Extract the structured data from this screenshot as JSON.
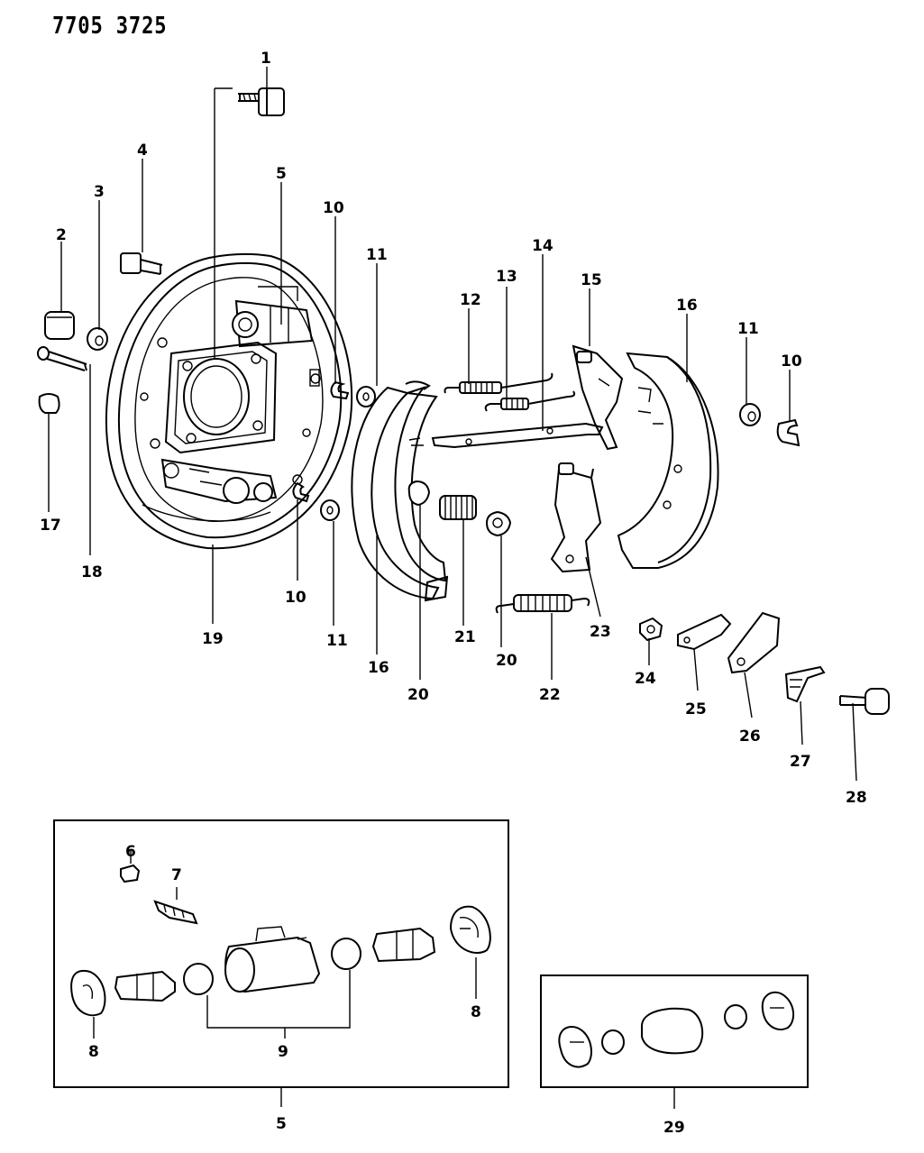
{
  "header": {
    "code": "7705 3725"
  },
  "callouts": [
    {
      "id": "c1",
      "text": "1"
    },
    {
      "id": "c2",
      "text": "2"
    },
    {
      "id": "c3",
      "text": "3"
    },
    {
      "id": "c4",
      "text": "4"
    },
    {
      "id": "c5a",
      "text": "5"
    },
    {
      "id": "c10a",
      "text": "10"
    },
    {
      "id": "c11a",
      "text": "11"
    },
    {
      "id": "c12",
      "text": "12"
    },
    {
      "id": "c13",
      "text": "13"
    },
    {
      "id": "c14",
      "text": "14"
    },
    {
      "id": "c15",
      "text": "15"
    },
    {
      "id": "c16a",
      "text": "16"
    },
    {
      "id": "c11b",
      "text": "11"
    },
    {
      "id": "c10b",
      "text": "10"
    },
    {
      "id": "c17",
      "text": "17"
    },
    {
      "id": "c18",
      "text": "18"
    },
    {
      "id": "c19",
      "text": "19"
    },
    {
      "id": "c10c",
      "text": "10"
    },
    {
      "id": "c11c",
      "text": "11"
    },
    {
      "id": "c16b",
      "text": "16"
    },
    {
      "id": "c20a",
      "text": "20"
    },
    {
      "id": "c21",
      "text": "21"
    },
    {
      "id": "c20b",
      "text": "20"
    },
    {
      "id": "c22",
      "text": "22"
    },
    {
      "id": "c23",
      "text": "23"
    },
    {
      "id": "c24",
      "text": "24"
    },
    {
      "id": "c25",
      "text": "25"
    },
    {
      "id": "c26",
      "text": "26"
    },
    {
      "id": "c27",
      "text": "27"
    },
    {
      "id": "c28",
      "text": "28"
    },
    {
      "id": "c6",
      "text": "6"
    },
    {
      "id": "c7",
      "text": "7"
    },
    {
      "id": "c8a",
      "text": "8"
    },
    {
      "id": "c8b",
      "text": "8"
    },
    {
      "id": "c9",
      "text": "9"
    },
    {
      "id": "c5b",
      "text": "5"
    },
    {
      "id": "c29",
      "text": "29"
    }
  ]
}
